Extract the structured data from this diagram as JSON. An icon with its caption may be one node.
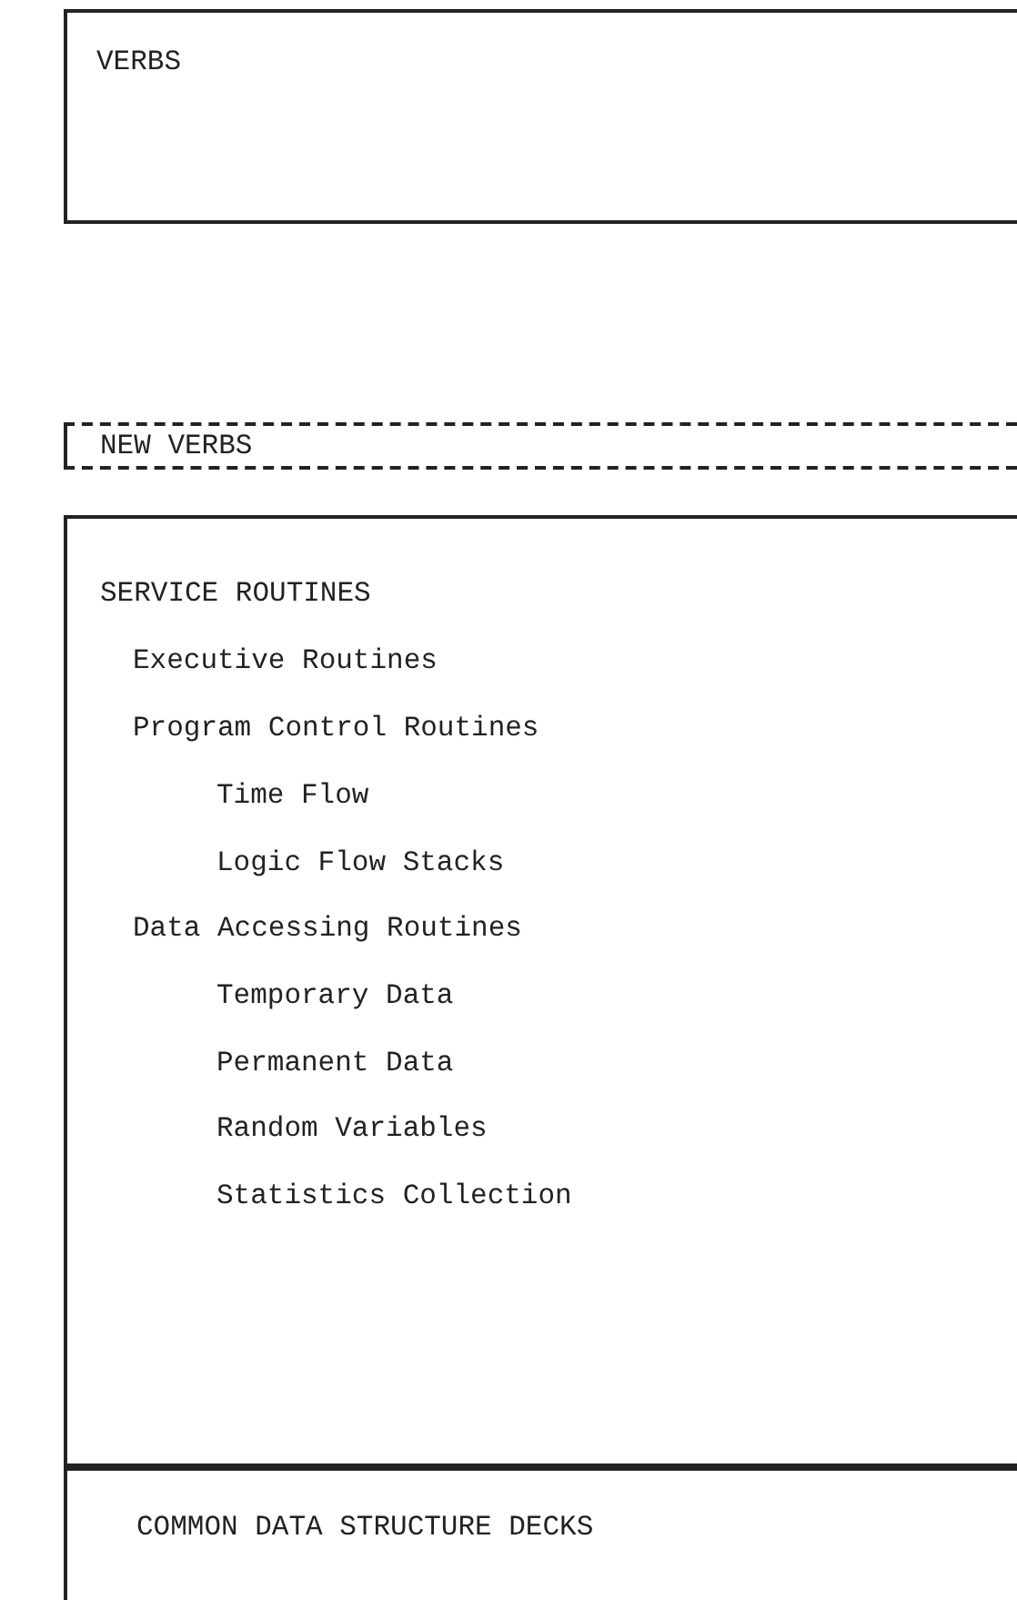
{
  "diagram": {
    "nodes": [
      {
        "text": [
          "VERBS"
        ]
      },
      {
        "text": [
          "NEW VERBS"
        ]
      },
      {
        "text": [
          "SERVICE ROUTINES",
          "Executive Routines",
          "Program Control Routines",
          "Time Flow",
          "Logic Flow Stacks",
          "Data Accessing Routines",
          "Temporary Data",
          "Permanent Data",
          "Random Variables",
          "Statistics Collection"
        ]
      },
      {
        "text": [
          "COMMON DATA STRUCTURE DECKS"
        ]
      }
    ]
  }
}
